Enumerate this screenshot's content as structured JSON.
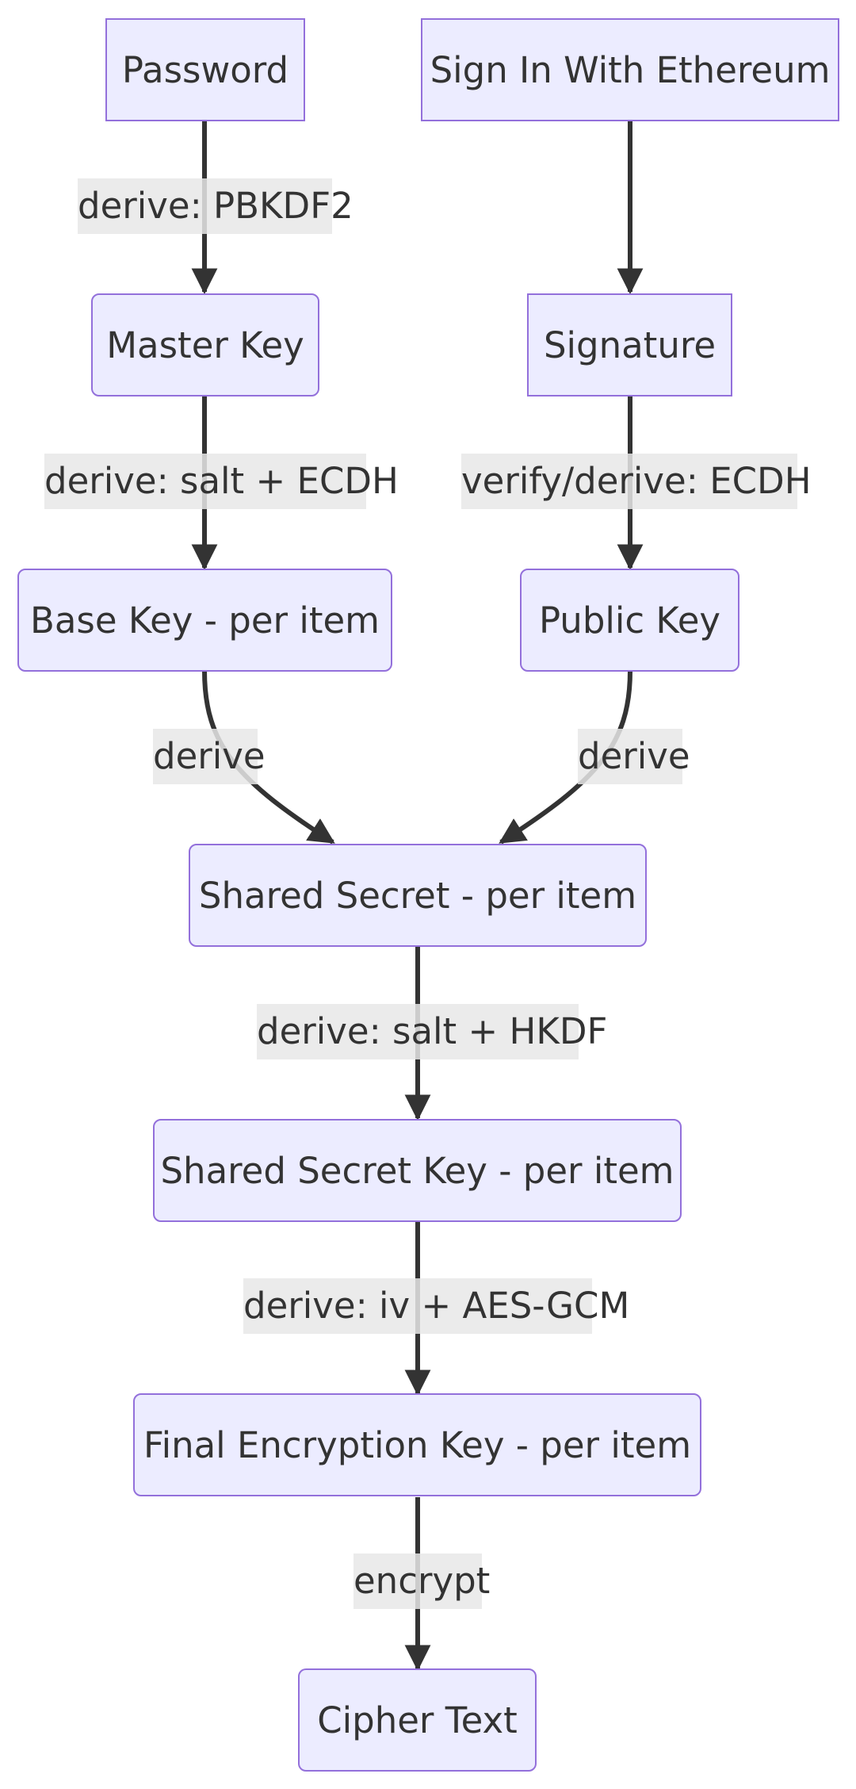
{
  "nodes": {
    "password": "Password",
    "siwe": "Sign In With Ethereum",
    "master_key": "Master Key",
    "signature": "Signature",
    "base_key": "Base Key - per item",
    "public_key": "Public Key",
    "shared_secret": "Shared Secret - per item",
    "shared_secret_key": "Shared Secret Key - per item",
    "final_key": "Final Encryption Key - per item",
    "cipher_text": "Cipher Text"
  },
  "edges": {
    "password_to_master": "derive: PBKDF2",
    "master_to_base": "derive: salt + ECDH",
    "signature_to_public": "verify/derive: ECDH",
    "base_to_shared": "derive",
    "public_to_shared": "derive",
    "shared_to_sharedkey": "derive: salt + HKDF",
    "sharedkey_to_final": "derive: iv + AES-GCM",
    "final_to_cipher": "encrypt"
  },
  "colors": {
    "node_fill": "#ECECFF",
    "node_border": "#9370DB",
    "edge": "#333333",
    "label_bg": "#E8E8E8"
  }
}
